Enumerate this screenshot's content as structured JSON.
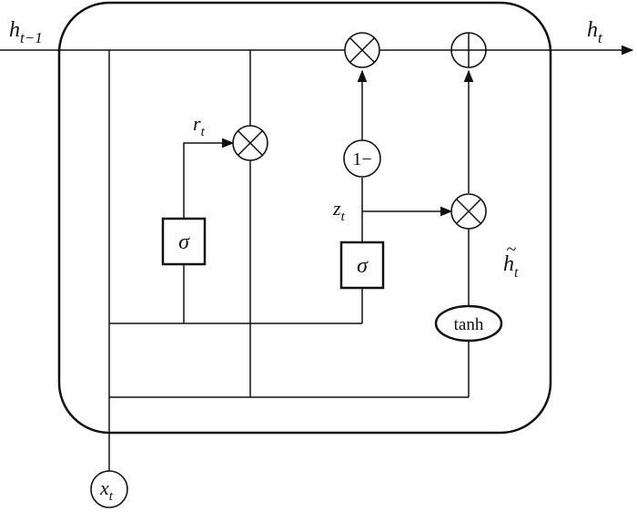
{
  "diagram": {
    "inputs": {
      "h_prev": {
        "base": "h",
        "sub": "t−1"
      },
      "x": {
        "base": "x",
        "sub": "t"
      }
    },
    "outputs": {
      "h": {
        "base": "h",
        "sub": "t"
      }
    },
    "gates": {
      "reset": {
        "symbol": "σ",
        "label": {
          "base": "r",
          "sub": "t"
        }
      },
      "update": {
        "symbol": "σ",
        "label": {
          "base": "z",
          "sub": "t"
        }
      }
    },
    "ops": {
      "one_minus": "1−",
      "tanh": "tanh"
    },
    "candidate": {
      "accent": "~",
      "base": "h",
      "sub": "t"
    },
    "colors": {
      "stroke": "#111111",
      "background": "#ffffff"
    }
  }
}
